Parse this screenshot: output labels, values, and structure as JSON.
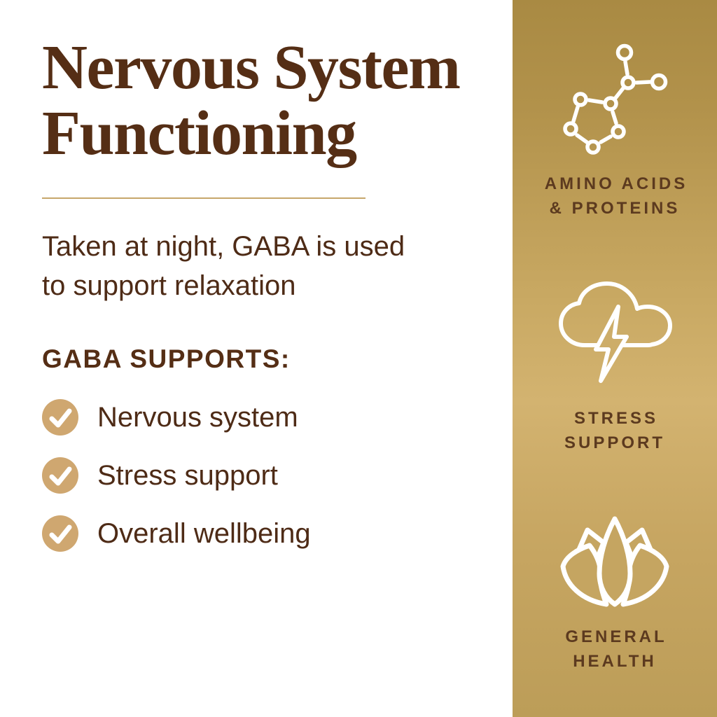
{
  "main": {
    "title_line1": "Nervous System",
    "title_line2": "Functioning",
    "description_line1": "Taken at night, GABA is used",
    "description_line2": "to support relaxation",
    "supports_heading": "GABA SUPPORTS:",
    "bullets": [
      {
        "icon": "check-icon",
        "label": "Nervous system"
      },
      {
        "icon": "check-icon",
        "label": "Stress support"
      },
      {
        "icon": "check-icon",
        "label": "Overall wellbeing"
      }
    ]
  },
  "band": {
    "items": [
      {
        "icon": "molecule-icon",
        "line1": "AMINO ACIDS",
        "line2": "& PROTEINS"
      },
      {
        "icon": "cloud-lightning-icon",
        "line1": "STRESS",
        "line2": "SUPPORT"
      },
      {
        "icon": "lotus-icon",
        "line1": "GENERAL",
        "line2": "HEALTH"
      }
    ]
  },
  "colors": {
    "background": "#FFFFFF",
    "title_brown": "#552E15",
    "text_brown": "#4E2B16",
    "label_brown": "#5C3A1F",
    "divider_gold": "#C7A66B",
    "check_gold": "#CFA770",
    "band_gold_top": "#A98A43",
    "band_gold_mid": "#D3B370",
    "band_gold_bottom": "#BC9D58",
    "icon_white": "#FFFFFF"
  }
}
